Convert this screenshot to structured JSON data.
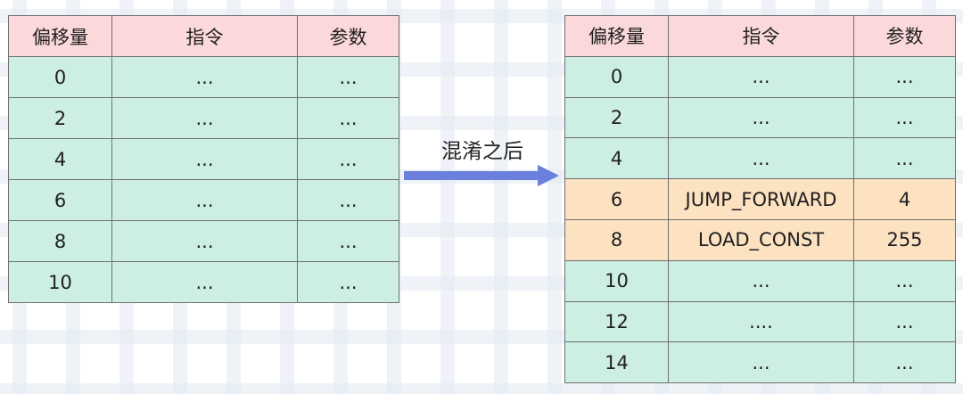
{
  "headers": [
    "偏移量",
    "指令",
    "参数"
  ],
  "arrow_label": "混淆之后",
  "colors": {
    "header_bg": "#fbd8da",
    "row_bg": "#cdeee2",
    "highlight_bg": "#fde2c2",
    "arrow": "#6b7fdc"
  },
  "left_table": {
    "rows": [
      {
        "offset": "0",
        "instr": "...",
        "arg": "..."
      },
      {
        "offset": "2",
        "instr": "...",
        "arg": "..."
      },
      {
        "offset": "4",
        "instr": "...",
        "arg": "..."
      },
      {
        "offset": "6",
        "instr": "...",
        "arg": "..."
      },
      {
        "offset": "8",
        "instr": "...",
        "arg": "..."
      },
      {
        "offset": "10",
        "instr": "...",
        "arg": "..."
      }
    ]
  },
  "right_table": {
    "rows": [
      {
        "offset": "0",
        "instr": "...",
        "arg": "...",
        "highlight": false
      },
      {
        "offset": "2",
        "instr": "...",
        "arg": "...",
        "highlight": false
      },
      {
        "offset": "4",
        "instr": "...",
        "arg": "...",
        "highlight": false
      },
      {
        "offset": "6",
        "instr": "JUMP_FORWARD",
        "arg": "4",
        "highlight": true
      },
      {
        "offset": "8",
        "instr": "LOAD_CONST",
        "arg": "255",
        "highlight": true
      },
      {
        "offset": "10",
        "instr": "...",
        "arg": "...",
        "highlight": false
      },
      {
        "offset": "12",
        "instr": "....",
        "arg": "...",
        "highlight": false
      },
      {
        "offset": "14",
        "instr": "...",
        "arg": "...",
        "highlight": false
      }
    ]
  }
}
